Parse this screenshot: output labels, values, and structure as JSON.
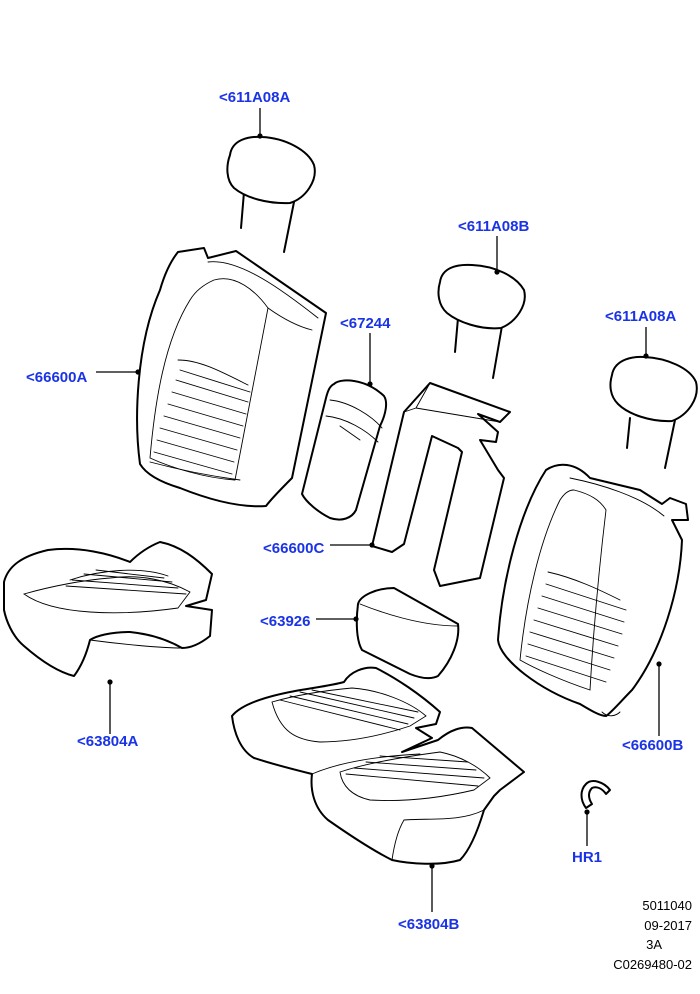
{
  "callouts": {
    "headrest_top": "<611A08A",
    "headrest_middle": "<611A08B",
    "headrest_right": "<611A08A",
    "armrest": "<67244",
    "backrest_left": "<66600A",
    "backrest_center": "<66600C",
    "backrest_right": "<66600B",
    "cushion_left": "<63804A",
    "cushion_bottom": "<63804B",
    "bolster": "<63926",
    "hog_ring": "HR1"
  },
  "meta": {
    "number": "5011040",
    "date": "09-2017",
    "revision": "3A",
    "illustration_id": "C0269480-02"
  },
  "colors": {
    "callout_text": "#1a33e6",
    "line_art": "#000000",
    "background": "#ffffff"
  }
}
